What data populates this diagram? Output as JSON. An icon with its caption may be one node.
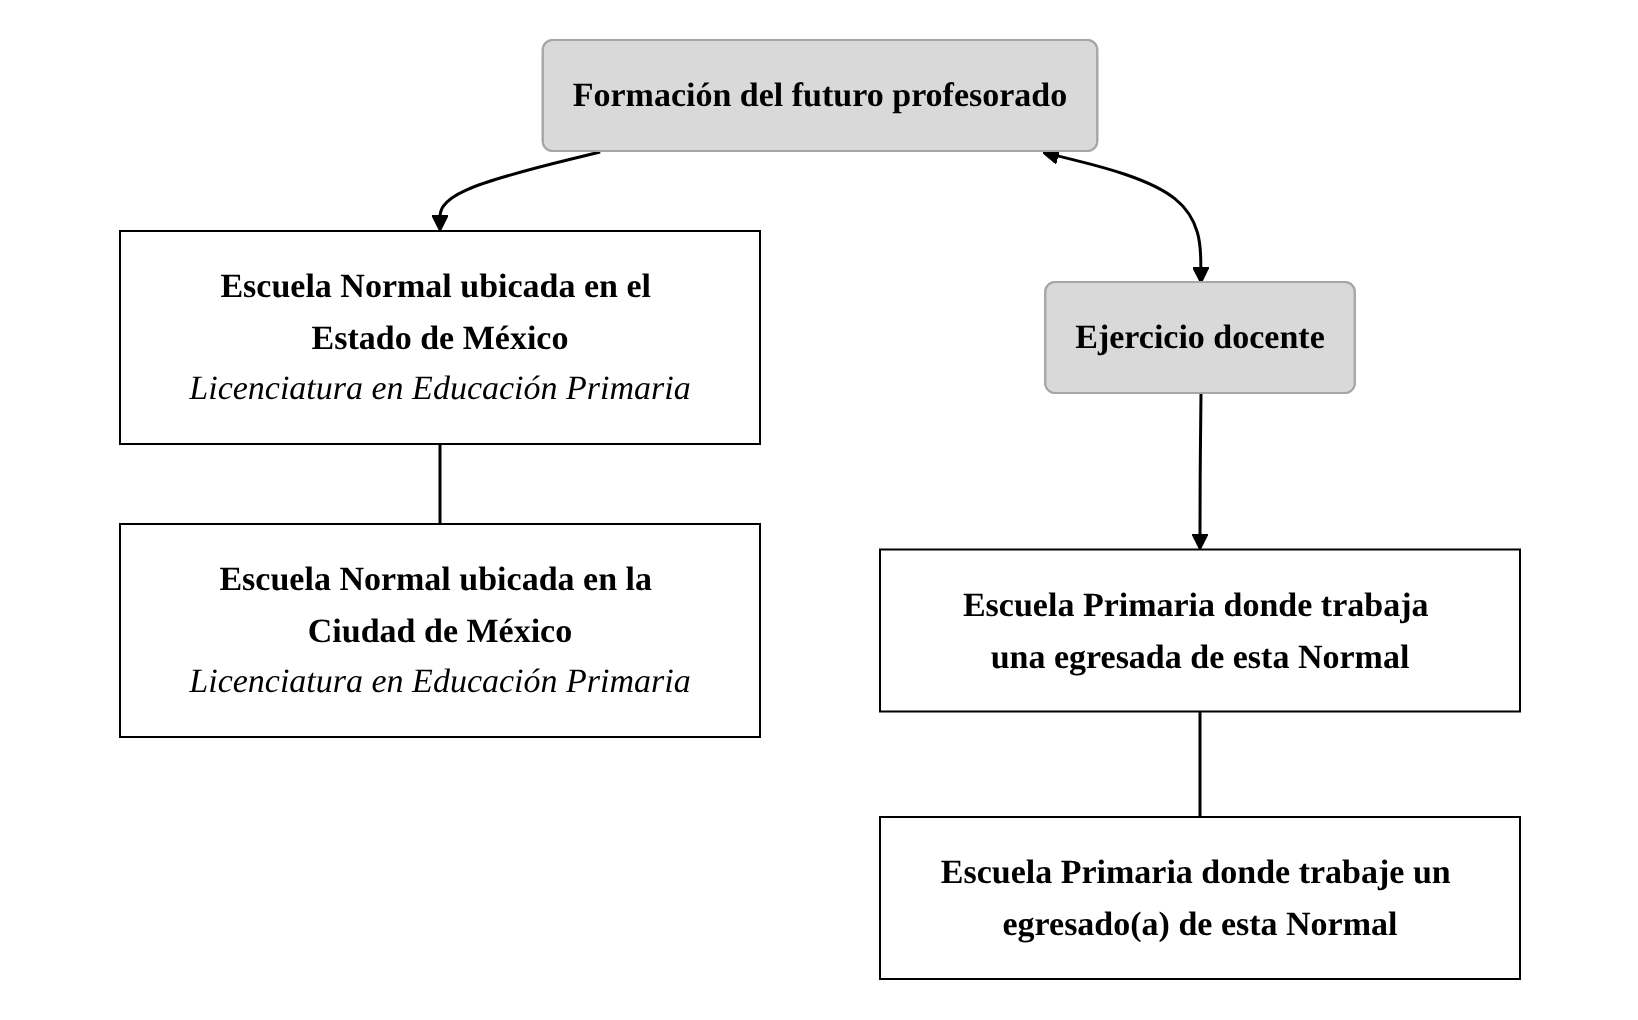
{
  "diagram": {
    "nodes": [
      {
        "text": [
          "Formación del futuro profesorado"
        ]
      },
      {
        "text": [
          "Ejercicio docente"
        ]
      },
      {
        "text": [
          "Escuela Normal ubicada en el Estado de México",
          "Licenciatura en Educación Primaria"
        ]
      },
      {
        "text": [
          "Escuela Normal ubicada en la Ciudad de México",
          "Licenciatura en Educación Primaria"
        ]
      },
      {
        "text": [
          "Escuela Primaria donde trabaja una egresada de esta Normal"
        ]
      },
      {
        "text": [
          "Escuela Primaria donde trabaje un egresado(a) de esta Normal"
        ]
      }
    ],
    "edges": [
      {
        "from": 0,
        "to": 1,
        "arrow": "both"
      },
      {
        "from": 0,
        "to": 2,
        "arrow": "to"
      },
      {
        "from": 1,
        "to": 4,
        "arrow": "to"
      },
      {
        "from": 2,
        "to": 3,
        "arrow": "none"
      },
      {
        "from": 4,
        "to": 5,
        "arrow": "none"
      }
    ]
  }
}
